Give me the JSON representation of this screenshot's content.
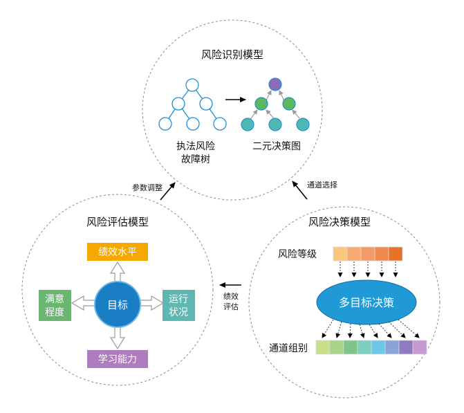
{
  "identification": {
    "title": "风险识别模型",
    "tree_left_line1": "执法风险",
    "tree_left_line2": "故障树",
    "tree_right": "二元决策图"
  },
  "assessment": {
    "title": "风险评估模型",
    "center": "目标",
    "top": "绩效水平",
    "left_line1": "满意",
    "left_line2": "程度",
    "right_line1": "运行",
    "right_line2": "状况",
    "bottom": "学习能力"
  },
  "decision": {
    "title": "风险决策模型",
    "level_label": "风险等级",
    "center": "多目标决策",
    "group_label": "通道组别"
  },
  "arrows": {
    "param_adjust": "参数调整",
    "channel_select": "通道选择",
    "perf_eval_line1": "绩效",
    "perf_eval_line2": "评估"
  },
  "colors": {
    "tree_node_stroke": "#1e8fd6",
    "bdd_root": "#8e6bb8",
    "bdd_mid": "#5cb85c",
    "bdd_leaf": "#4fb8b1",
    "target_fill": "#1a7ec4",
    "top_box": "#f5a800",
    "left_box": "#6ab56f",
    "right_box": "#5fb7b3",
    "bottom_box": "#b07cc0",
    "ellipse": "#1f9ad6",
    "level_swatches": [
      "#fbc77d",
      "#f6ac72",
      "#f39a68",
      "#f08a4f",
      "#e57428"
    ],
    "group_swatches": [
      "#c8df8b",
      "#a7d38a",
      "#7fc487",
      "#7fcfc1",
      "#6cc8e8",
      "#8aa5d5",
      "#8f7bc0",
      "#c49ad0"
    ]
  }
}
